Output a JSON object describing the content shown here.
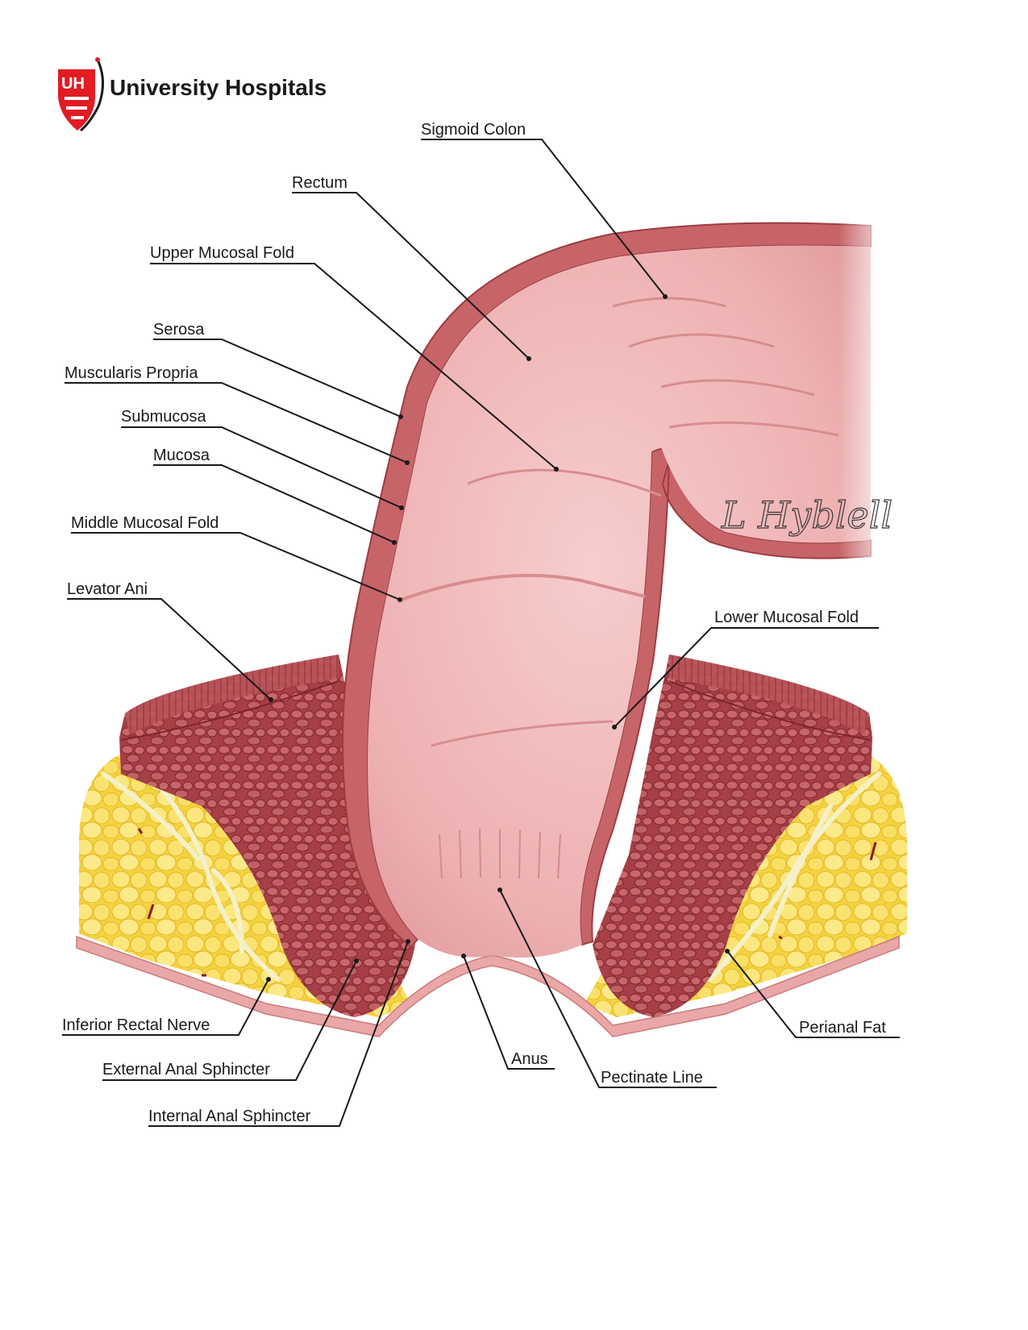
{
  "brand": {
    "name": "University Hospitals",
    "logo_mark_text": "UH",
    "logo_color": "#e31b23"
  },
  "signature": "L Hyblell",
  "labels": {
    "sigmoid_colon": "Sigmoid Colon",
    "rectum": "Rectum",
    "upper_mucosal_fold": "Upper Mucosal Fold",
    "serosa": "Serosa",
    "muscularis_propria": "Muscularis Propria",
    "submucosa": "Submucosa",
    "mucosa": "Mucosa",
    "middle_mucosal_fold": "Middle Mucosal Fold",
    "levator_ani": "Levator Ani",
    "lower_mucosal_fold": "Lower Mucosal Fold",
    "inferior_rectal_nerve": "Inferior Rectal Nerve",
    "external_anal_sphincter": "External Anal Sphincter",
    "internal_anal_sphincter": "Internal Anal Sphincter",
    "anus": "Anus",
    "pectinate_line": "Pectinate Line",
    "perianal_fat": "Perianal Fat"
  },
  "colors": {
    "mucosa": "#f1b8b8",
    "wall": "#d9787a",
    "muscle": "#b84a4f",
    "muscle_dark": "#8e2d33",
    "fat": "#f7d94a",
    "fat_light": "#fbeb8c",
    "leader": "#1a1a1a"
  }
}
